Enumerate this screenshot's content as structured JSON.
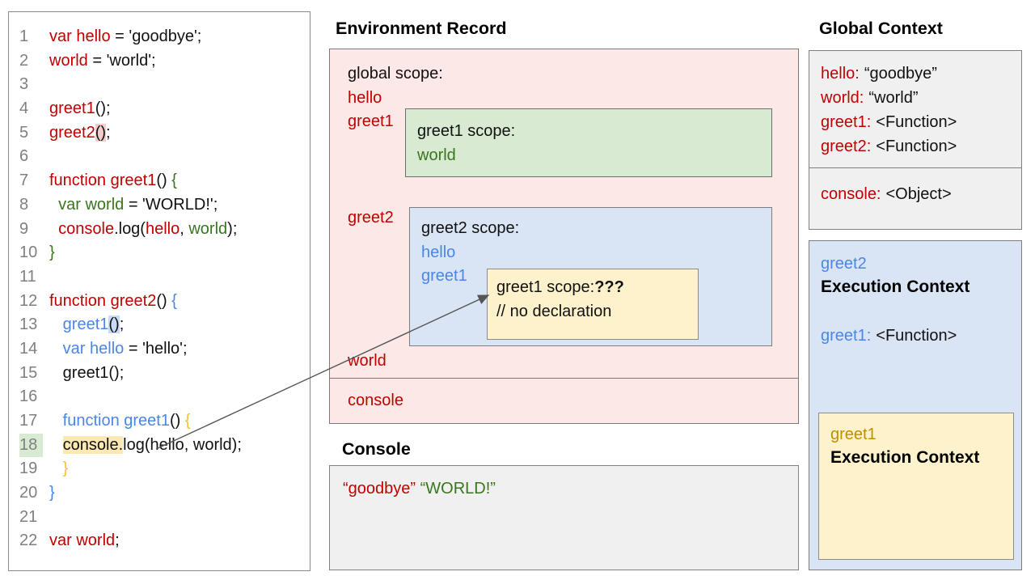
{
  "colors": {
    "code_red": "#c00000",
    "code_green": "#38761d",
    "code_blue": "#4a86e8",
    "brace_gold": "#f1c232",
    "label_gold": "#bf9000",
    "pink_fill": "#fce8e6",
    "green_fill": "#d9ead3",
    "blue_fill": "#d9e4f5",
    "yellow_fill": "#fef2cc",
    "gray_fill": "#f0f0f0",
    "highlight_pink": "#f4cccc",
    "highlight_blue": "#c9daf8",
    "highlight_amber": "#fce8b2",
    "highlight_green": "#d9ead3"
  },
  "code_panel": {
    "lines": [
      {
        "n": "1",
        "seg": [
          {
            "t": "var hello",
            "c": "red"
          },
          {
            "t": " = 'goodbye';",
            "c": "k"
          }
        ]
      },
      {
        "n": "2",
        "seg": [
          {
            "t": "world",
            "c": "red"
          },
          {
            "t": " = 'world';",
            "c": "k"
          }
        ]
      },
      {
        "n": "3",
        "seg": []
      },
      {
        "n": "4",
        "seg": [
          {
            "t": "greet1",
            "c": "red"
          },
          {
            "t": "();",
            "c": "k"
          }
        ]
      },
      {
        "n": "5",
        "seg": [
          {
            "t": "greet2",
            "c": "red"
          },
          {
            "t": "()",
            "c": "k hl-pink"
          },
          {
            "t": ";",
            "c": "k"
          }
        ]
      },
      {
        "n": "6",
        "seg": []
      },
      {
        "n": "7",
        "seg": [
          {
            "t": "function greet1",
            "c": "red"
          },
          {
            "t": "() ",
            "c": "k"
          },
          {
            "t": "{",
            "c": "green"
          }
        ]
      },
      {
        "n": "8",
        "seg": [
          {
            "t": "  ",
            "c": "k"
          },
          {
            "t": "var world",
            "c": "green"
          },
          {
            "t": " = 'WORLD!';",
            "c": "k"
          }
        ]
      },
      {
        "n": "9",
        "seg": [
          {
            "t": "  ",
            "c": "k"
          },
          {
            "t": "console",
            "c": "red"
          },
          {
            "t": ".log(",
            "c": "k"
          },
          {
            "t": "hello",
            "c": "red"
          },
          {
            "t": ", ",
            "c": "k"
          },
          {
            "t": "world",
            "c": "green"
          },
          {
            "t": ");",
            "c": "k"
          }
        ]
      },
      {
        "n": "10",
        "seg": [
          {
            "t": "}",
            "c": "green"
          }
        ]
      },
      {
        "n": "11",
        "seg": []
      },
      {
        "n": "12",
        "seg": [
          {
            "t": "function greet2",
            "c": "red"
          },
          {
            "t": "() ",
            "c": "k"
          },
          {
            "t": "{",
            "c": "blue"
          }
        ]
      },
      {
        "n": "13",
        "seg": [
          {
            "t": "   ",
            "c": "k"
          },
          {
            "t": "greet1",
            "c": "blue"
          },
          {
            "t": "()",
            "c": "k hl-blue"
          },
          {
            "t": ";",
            "c": "k"
          }
        ]
      },
      {
        "n": "14",
        "seg": [
          {
            "t": "   ",
            "c": "k"
          },
          {
            "t": "var hello",
            "c": "blue"
          },
          {
            "t": " = 'hello';",
            "c": "k"
          }
        ]
      },
      {
        "n": "15",
        "seg": [
          {
            "t": "   greet1();",
            "c": "k"
          }
        ]
      },
      {
        "n": "16",
        "seg": []
      },
      {
        "n": "17",
        "seg": [
          {
            "t": "   ",
            "c": "k"
          },
          {
            "t": "function greet1",
            "c": "blue"
          },
          {
            "t": "() ",
            "c": "k"
          },
          {
            "t": "{",
            "c": "gold"
          }
        ]
      },
      {
        "n": "18",
        "num_highlight": true,
        "seg": [
          {
            "t": "   ",
            "c": "k"
          },
          {
            "t": "console.",
            "c": "k hl-amber"
          },
          {
            "t": "log(hello, world);",
            "c": "k"
          }
        ]
      },
      {
        "n": "19",
        "seg": [
          {
            "t": "   ",
            "c": "k"
          },
          {
            "t": "}",
            "c": "gold"
          }
        ]
      },
      {
        "n": "20",
        "seg": [
          {
            "t": "}",
            "c": "blue"
          }
        ]
      },
      {
        "n": "21",
        "seg": []
      },
      {
        "n": "22",
        "seg": [
          {
            "t": "var world",
            "c": "red"
          },
          {
            "t": ";",
            "c": "k"
          }
        ]
      }
    ]
  },
  "environment_record": {
    "title": "Environment Record",
    "global_scope": {
      "label": "global scope:",
      "hello": "hello",
      "greet1": "greet1",
      "greet2": "greet2",
      "world": "world"
    },
    "console_row": "console",
    "greet1_scope": {
      "label": "greet1 scope:",
      "world": "world"
    },
    "greet2_scope": {
      "label": "greet2 scope:",
      "hello": "hello",
      "greet1": "greet1"
    },
    "unresolved_scope": {
      "label": "greet1 scope:",
      "question": "???",
      "comment": "// no declaration"
    }
  },
  "console_panel": {
    "title": "Console",
    "output_first": "“goodbye”",
    "output_second": "“WORLD!”"
  },
  "global_context": {
    "title": "Global Context",
    "vars": [
      {
        "label": "hello:",
        "value": "“goodbye”"
      },
      {
        "label": "world:",
        "value": "“world”"
      },
      {
        "label": "greet1:",
        "value": "<Function>"
      },
      {
        "label": "greet2:",
        "value": "<Function>"
      }
    ],
    "console_var": {
      "label": "console:",
      "value": "<Object>"
    }
  },
  "execution_contexts": {
    "greet2": {
      "name": "greet2",
      "title": "Execution Context",
      "var_label": "greet1:",
      "var_value": "<Function>"
    },
    "greet1": {
      "name": "greet1",
      "title": "Execution Context"
    }
  }
}
